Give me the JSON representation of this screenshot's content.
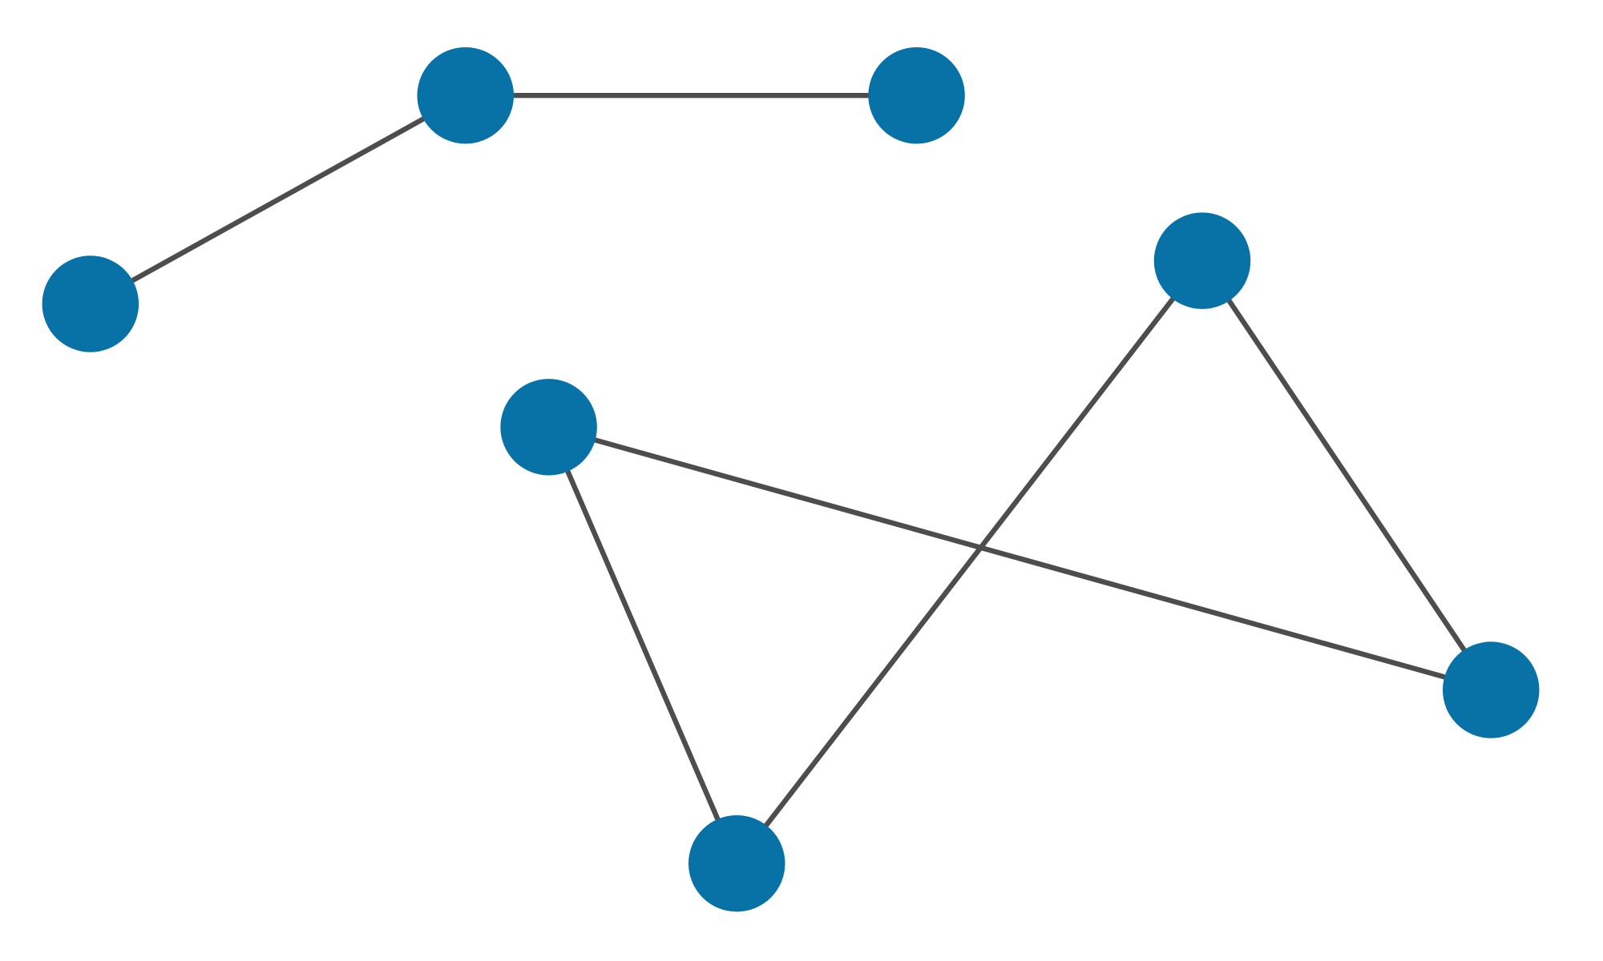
{
  "graph": {
    "type": "undirected",
    "node_color": "#0872a7",
    "edge_color": "#4d4d4d",
    "nodes": [
      "n0",
      "n1",
      "n2",
      "n3",
      "n4",
      "n5",
      "n6"
    ],
    "edges": [
      [
        "n0",
        "n1"
      ],
      [
        "n1",
        "n2"
      ],
      [
        "n4",
        "n5"
      ],
      [
        "n4",
        "n6"
      ],
      [
        "n3",
        "n5"
      ],
      [
        "n3",
        "n6"
      ]
    ]
  }
}
